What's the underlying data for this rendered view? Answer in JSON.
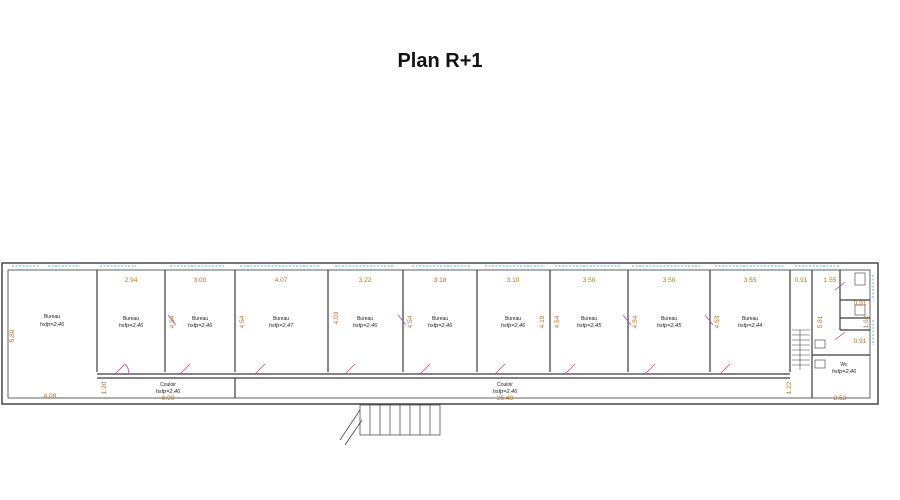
{
  "title": "Plan R+1",
  "colors": {
    "wall": "#3a3a3a",
    "dimension": "#b8741a",
    "window": "#5fb3cf",
    "door": "#c0449a",
    "text": "#222222"
  },
  "rooms": {
    "r1": {
      "name": "Bureau",
      "h": "hsfp=2,46"
    },
    "r2": {
      "name": "Bureau",
      "h": "hsfp=2,46"
    },
    "r3": {
      "name": "Bureau",
      "h": "hsfp=2,46"
    },
    "r4": {
      "name": "Bureau",
      "h": "hsfp=2,47"
    },
    "r5": {
      "name": "Bureau",
      "h": "hsfp=2,46"
    },
    "r6": {
      "name": "Bureau",
      "h": "hsfp=2,46"
    },
    "r7": {
      "name": "Bureau",
      "h": "hsfp=2,46"
    },
    "r8": {
      "name": "Bureau",
      "h": "hsfp=2,45"
    },
    "r9": {
      "name": "Bureau",
      "h": "hsfp=2,45"
    },
    "r10": {
      "name": "Bureau",
      "h": "hsfp=2,44"
    },
    "wc": {
      "name": "Wc",
      "h": "hsfp=2,46"
    },
    "c1": {
      "name": "Couloir",
      "h": "hsfp=2,46"
    },
    "c2": {
      "name": "Couloir",
      "h": "hsfp=2,46"
    }
  },
  "dims": {
    "w2": "2.94",
    "w3": "3.00",
    "w4": "4.07",
    "w5": "3.22",
    "w6": "3.18",
    "w7": "3.10",
    "w8": "3.50",
    "w9": "3.50",
    "w10": "3.55",
    "w11": "0.91",
    "w12": "1.55",
    "d1_bottom": "4.08",
    "d1_left": "5.80",
    "d_c1_left": "1.20",
    "d_c1_len": "6.00",
    "d_c2_len": "25.49",
    "d_c2_right": "1.22",
    "d_wc_bottom": "2.53",
    "v3": "4.54",
    "v4": "4.54",
    "v5": "4.03",
    "v6": "4.54",
    "v7": "4.19",
    "v8": "4.54",
    "v9": "4.54",
    "v10": "4.53",
    "v_stair": "5.81",
    "v_wc1": "0.91",
    "v_wc2": "0.91",
    "v_wc3": "0.91",
    "v_wc4": "1.62"
  }
}
